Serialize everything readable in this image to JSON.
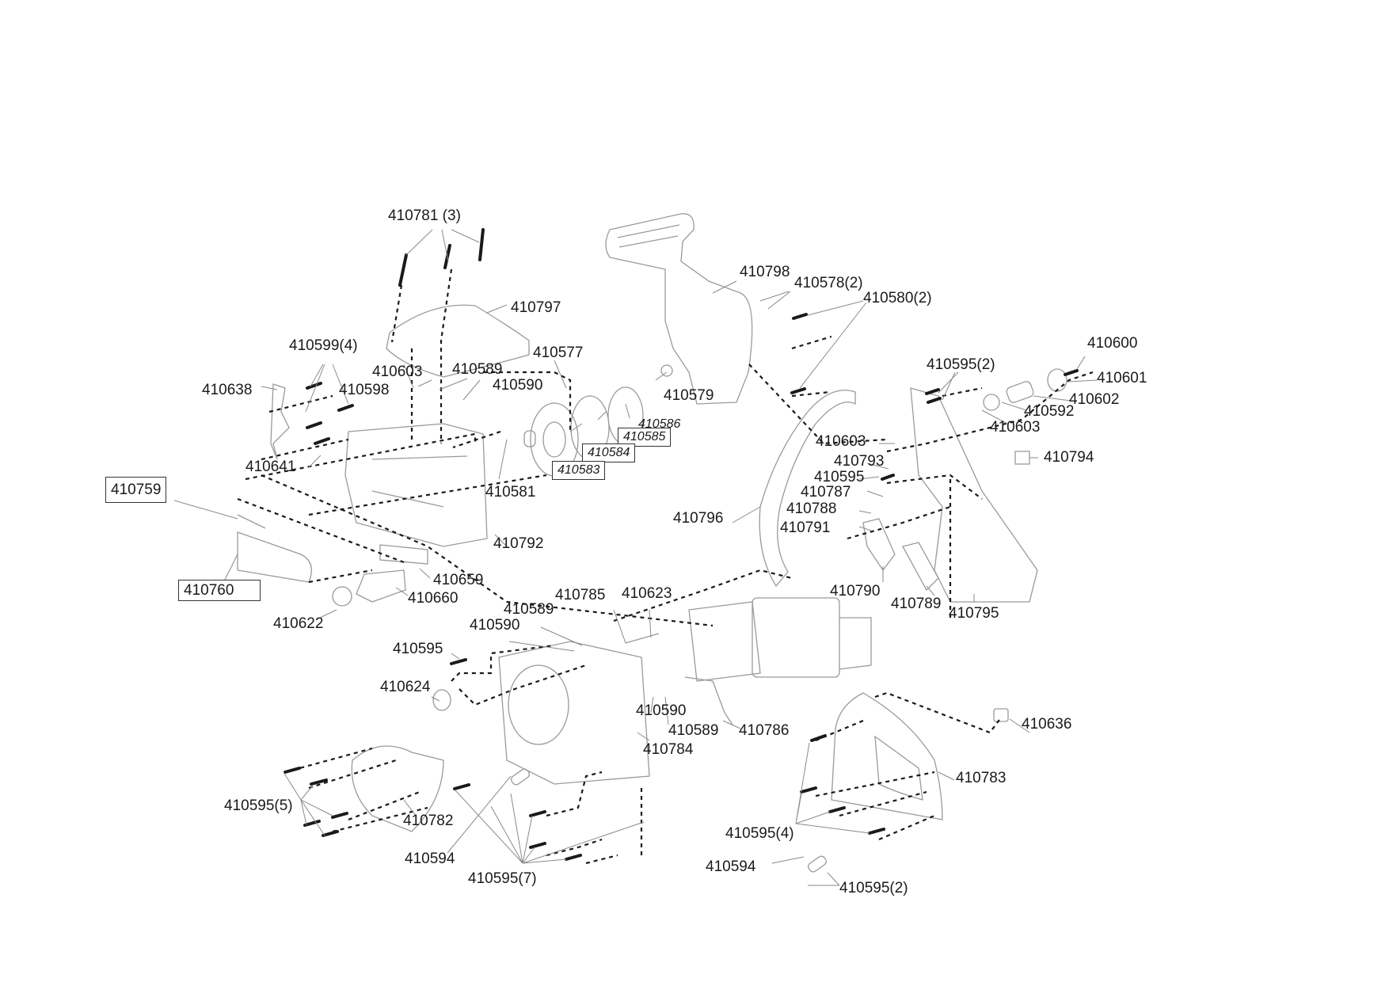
{
  "diagram": {
    "type": "exploded-parts-diagram",
    "subject": "chainsaw assembly",
    "labels": {
      "l410781": "410781 (3)",
      "l410797": "410797",
      "l410599": "410599(4)",
      "l410638": "410638",
      "l410603a": "410603",
      "l410598": "410598",
      "l410589a": "410589",
      "l410590a": "410590",
      "l410577": "410577",
      "l410641": "410641",
      "l410581": "410581",
      "l410586": "410586",
      "l410585": "410585",
      "l410584": "410584",
      "l410583": "410583",
      "l410579": "410579",
      "l410798": "410798",
      "l410578": "410578(2)",
      "l410580": "410580(2)",
      "l410595x2a": "410595(2)",
      "l410600": "410600",
      "l410601": "410601",
      "l410602": "410602",
      "l410592": "410592",
      "l410603b": "410603",
      "l410603c": "410603",
      "l410794": "410794",
      "l410793": "410793",
      "l410595a": "410595",
      "l410787": "410787",
      "l410788": "410788",
      "l410791": "410791",
      "l410796": "410796",
      "l410790": "410790",
      "l410789": "410789",
      "l410795": "410795",
      "l410759": "410759",
      "l410792": "410792",
      "l410760": "410760",
      "l410659": "410659",
      "l410660": "410660",
      "l410622": "410622",
      "l410785": "410785",
      "l410623": "410623",
      "l410589b": "410589",
      "l410590b": "410590",
      "l410595b": "410595",
      "l410624": "410624",
      "l410590c": "410590",
      "l410589c": "410589",
      "l410786": "410786",
      "l410784": "410784",
      "l410636": "410636",
      "l410783": "410783",
      "l410595x5": "410595(5)",
      "l410782": "410782",
      "l410594a": "410594",
      "l410595x7": "410595(7)",
      "l410595x4": "410595(4)",
      "l410594b": "410594",
      "l410595x2b": "410595(2)"
    },
    "colors": {
      "line": "#1a1a1a",
      "part_outline": "#9a9a9a",
      "leader": "#8a8a8a"
    }
  }
}
